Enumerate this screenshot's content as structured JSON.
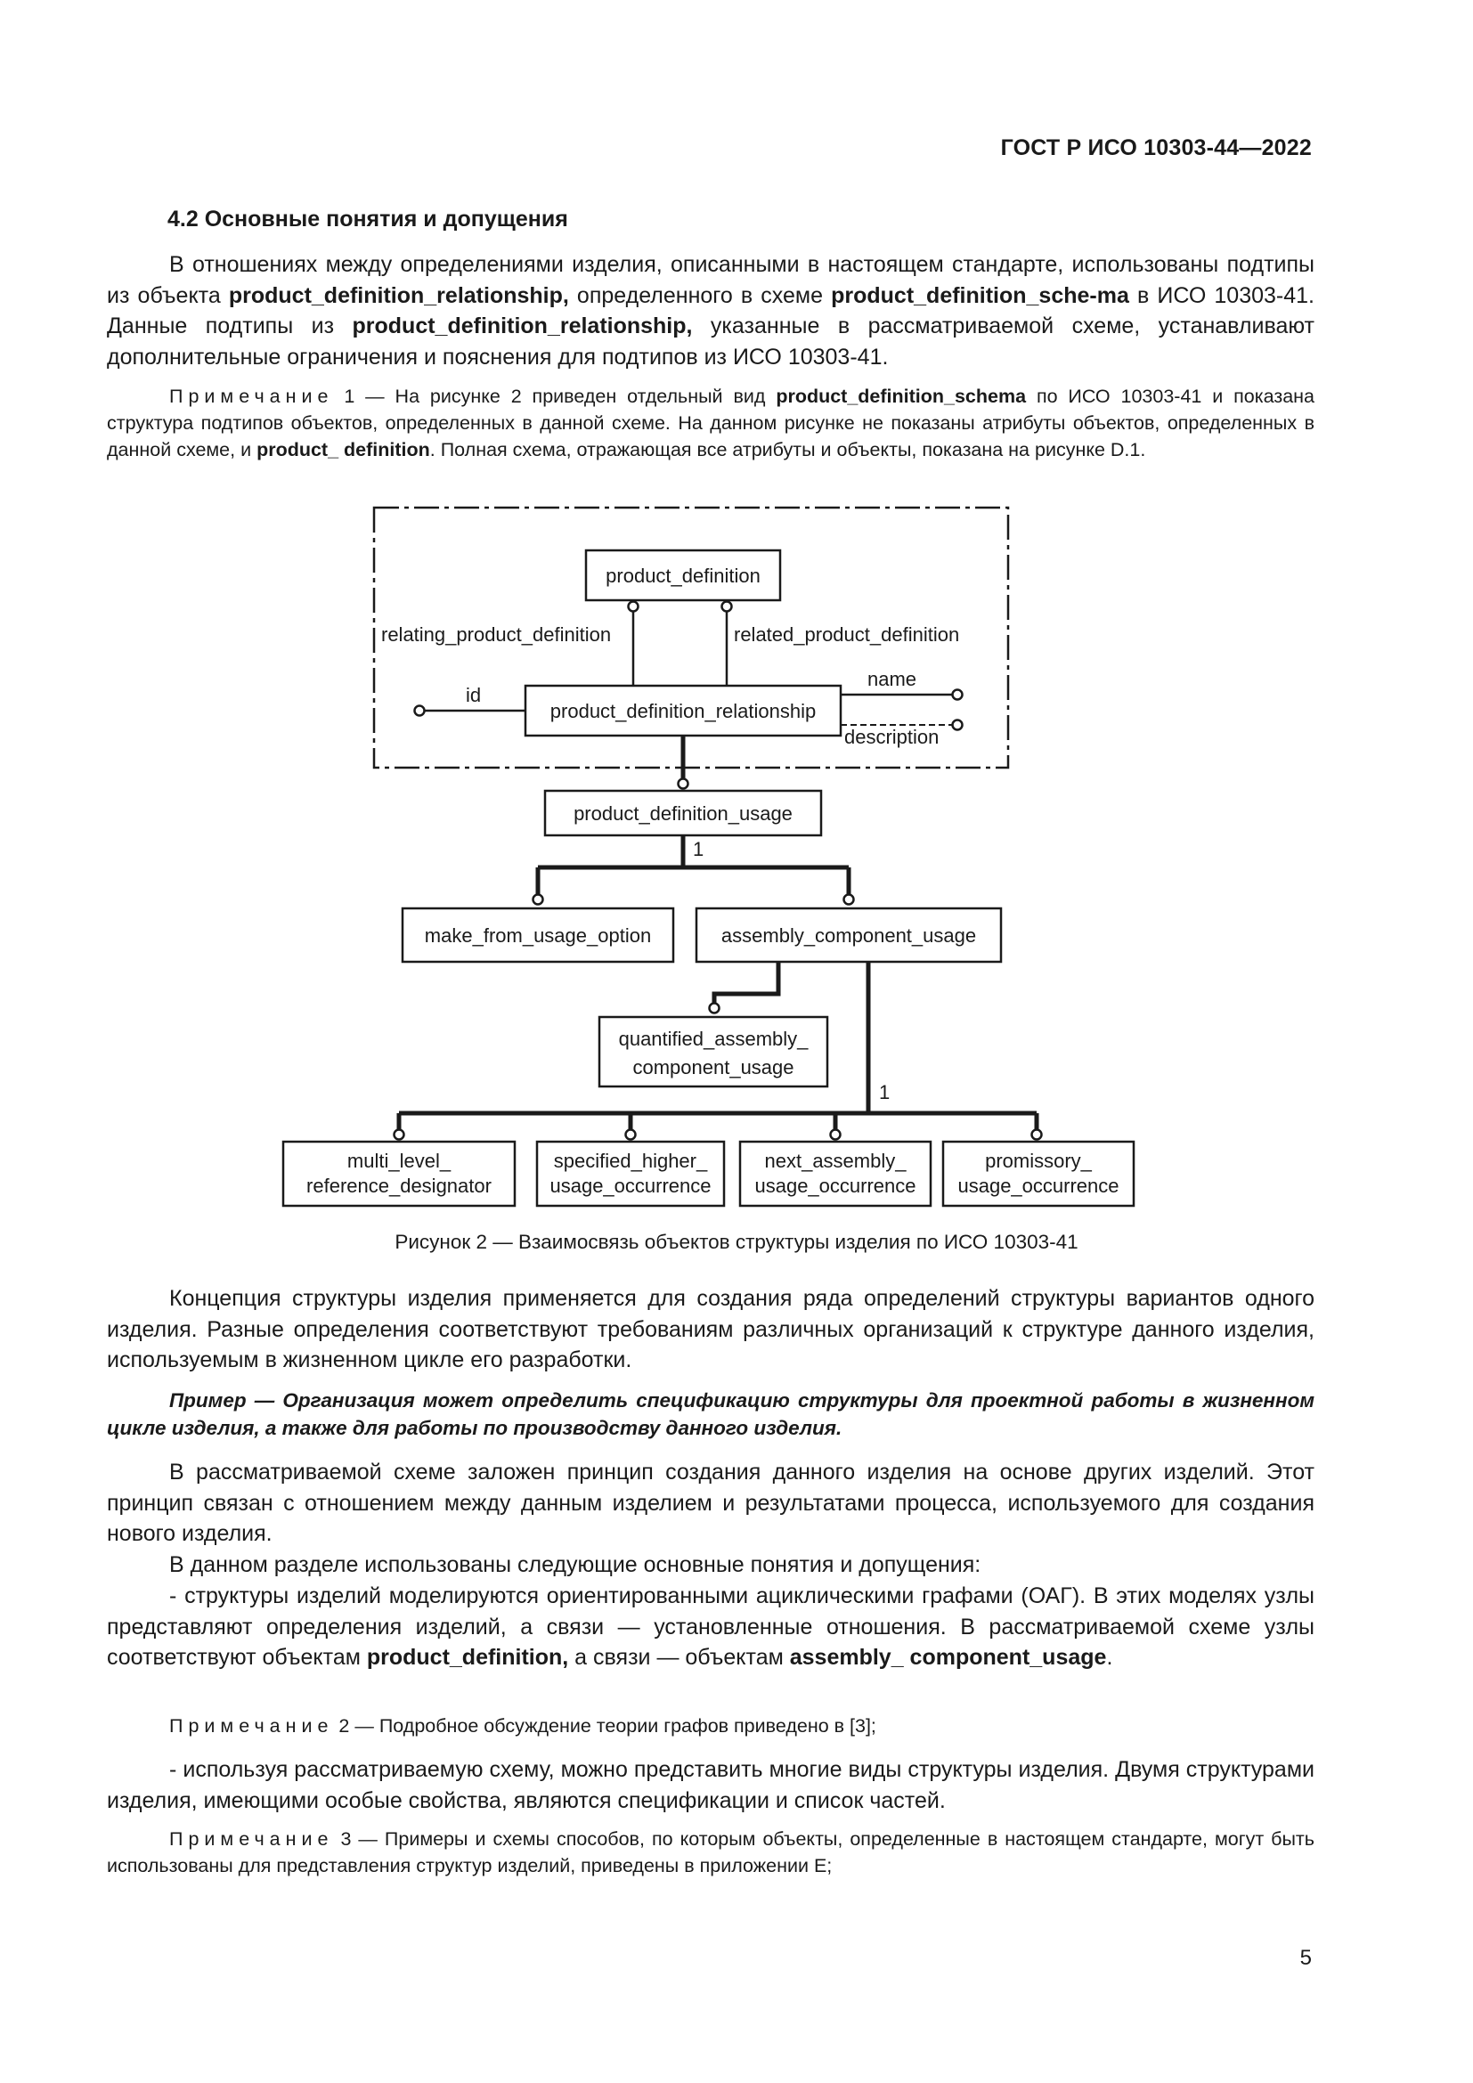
{
  "header": {
    "doc_code": "ГОСТ Р ИСО 10303-44—2022"
  },
  "section": {
    "title": "4.2 Основные понятия и допущения"
  },
  "p1": {
    "t1": "В отношениях между определениями изделия, описанными в настоящем стандарте, использованы подтипы из объекта ",
    "b1": "product_definition_relationship,",
    "t2": " определенного в схеме ",
    "b2": "product_definition_sche-ma",
    "t3": " в ИСО 10303-41. Данные подтипы из ",
    "b3": "product_definition_relationship,",
    "t4": " указанные в рассматриваемой схеме, устанавливают дополнительные ограничения и пояснения для подтипов из ИСО 10303-41."
  },
  "note1": {
    "label": "Примечание",
    "t1": " 1 — На рисунке 2 приведен отдельный вид ",
    "b1": "product_definition_schema",
    "t2": " по ИСО 10303-41 и показана структура подтипов объектов, определенных в данной схеме. На данном рисунке не показаны атрибуты объектов, определенных в данной схеме, и ",
    "b2": "product_ definition",
    "t3": ". Полная схема, отражающая все атрибуты и объекты, показана на рисунке D.1."
  },
  "diagram": {
    "entities": {
      "product_definition": "product_definition",
      "pdr": "product_definition_relationship",
      "pdu": "product_definition_usage",
      "mfuo": "make_from_usage_option",
      "acu": "assembly_component_usage",
      "qacu_l1": "quantified_assembly_",
      "qacu_l2": "component_usage",
      "mlrd_l1": "multi_level_",
      "mlrd_l2": "reference_designator",
      "shuo_l1": "specified_higher_",
      "shuo_l2": "usage_occurrence",
      "nauo_l1": "next_assembly_",
      "nauo_l2": "usage_occurrence",
      "puo_l1": "promissory_",
      "puo_l2": "usage_occurrence"
    },
    "labels": {
      "relating": "relating_product_definition",
      "related": "related_product_definition",
      "id": "id",
      "name": "name",
      "description": "description",
      "one_a": "1",
      "one_b": "1"
    }
  },
  "caption": "Рисунок 2 — Взаимосвязь объектов структуры изделия по ИСО 10303-41",
  "p2": "Концепция структуры изделия применяется для создания ряда определений структуры вариантов одного изделия. Разные определения соответствуют требованиям различных организаций к структуре данного изделия, используемым в жизненном цикле его разработки.",
  "example": "Пример — Организация может определить спецификацию структуры для проектной работы в жизненном цикле изделия, а также для работы по производству данного изделия.",
  "p3": "В рассматриваемой схеме заложен принцип создания данного изделия на основе других изделий. Этот принцип связан с отношением между данным изделием и результатами процесса, используемого для создания нового изделия.",
  "p4": "В данном разделе использованы следующие основные понятия и допущения:",
  "p5": {
    "t1": "- структуры изделий моделируются ориентированными ациклическими графами (ОАГ). В этих моделях узлы представляют определения изделий, а связи — установленные отношения. В рассматриваемой схеме узлы соответствуют объектам ",
    "b1": "product_definition,",
    "t2": " а связи — объектам ",
    "b2": "assembly_ component_usage",
    "t3": "."
  },
  "note2": {
    "label": "Примечание",
    "text": " 2 — Подробное обсуждение теории графов приведено в [3];"
  },
  "p6": "- используя рассматриваемую схему, можно представить многие виды структуры изделия. Двумя структурами изделия, имеющими особые свойства, являются спецификации и список частей.",
  "note3": {
    "label": "Примечание",
    "text": " 3 — Примеры и схемы способов, по которым объекты, определенные в настоящем стандарте, могут быть использованы для представления структур изделий, приведены в приложении Е;"
  },
  "page_number": "5"
}
